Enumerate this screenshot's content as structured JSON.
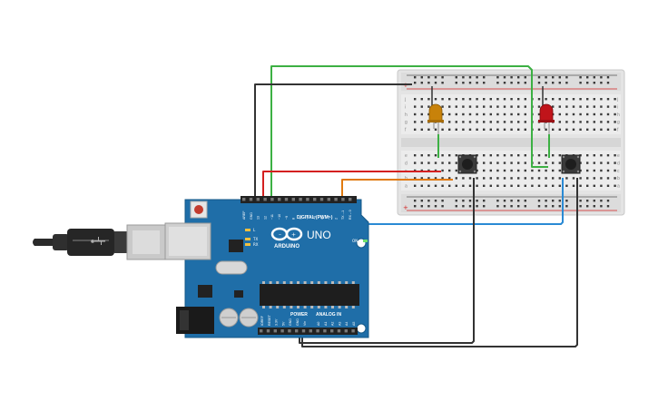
{
  "board": {
    "brand": "ARDUINO",
    "model": "UNO",
    "digital_label": "DIGITAL (PWM~)",
    "power_label": "POWER",
    "analog_label": "ANALOG IN",
    "on_label": "ON",
    "tx_label": "TX",
    "rx_label": "RX",
    "l_label": "L",
    "digital_pins": [
      "AREF",
      "GND",
      "13",
      "12",
      "~11",
      "~10",
      "~9",
      "8",
      "7",
      "~6",
      "~5",
      "4",
      "~3",
      "2",
      "TX→1",
      "RX←0"
    ],
    "power_pins": [
      "IOREF",
      "RESET",
      "3.3V",
      "5V",
      "GND",
      "GND",
      "Vin"
    ],
    "analog_pins": [
      "A0",
      "A1",
      "A2",
      "A3",
      "A4",
      "A5"
    ]
  },
  "breadboard": {
    "row_letters_top": [
      "j",
      "i",
      "h",
      "g",
      "f"
    ],
    "row_letters_bottom": [
      "e",
      "d",
      "c",
      "b",
      "a"
    ],
    "rail_plus": "+",
    "rail_minus": "-"
  },
  "components": {
    "led_left_color": "#c8820a",
    "led_right_color": "#c0141a"
  },
  "wire_colors": {
    "green": "#3cb043",
    "black": "#333333",
    "red": "#d42020",
    "orange": "#e07a10",
    "blue": "#2a8ad4"
  }
}
